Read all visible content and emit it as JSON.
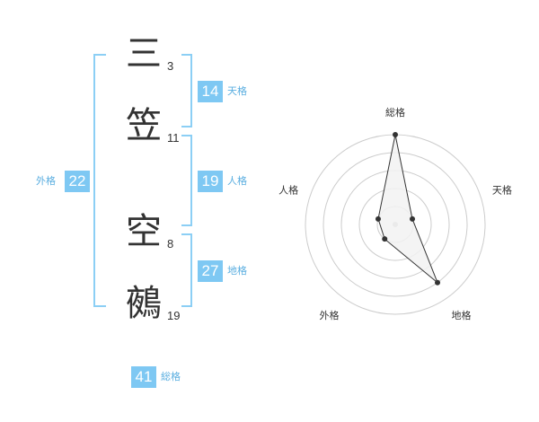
{
  "name": {
    "chars": [
      {
        "char": "三",
        "strokes": "3"
      },
      {
        "char": "笠",
        "strokes": "11"
      },
      {
        "char": "空",
        "strokes": "8"
      },
      {
        "char": "鵺",
        "strokes": "19"
      }
    ]
  },
  "fortunes": {
    "tenkaku": {
      "value": "14",
      "label": "天格"
    },
    "jinkaku": {
      "value": "19",
      "label": "人格"
    },
    "chikaku": {
      "value": "27",
      "label": "地格"
    },
    "gaikaku": {
      "value": "22",
      "label": "外格"
    },
    "soukaku": {
      "value": "41",
      "label": "総格"
    }
  },
  "chart_data": {
    "type": "radar",
    "axes": [
      "総格",
      "天格",
      "地格",
      "外格",
      "人格"
    ],
    "values": [
      5,
      1,
      4,
      1,
      1
    ],
    "rmax": 5,
    "rings": 5,
    "colors": {
      "grid": "#cccccc",
      "fill": "#f2f2f2",
      "line": "#333333",
      "center": "#bbbbbb"
    }
  }
}
